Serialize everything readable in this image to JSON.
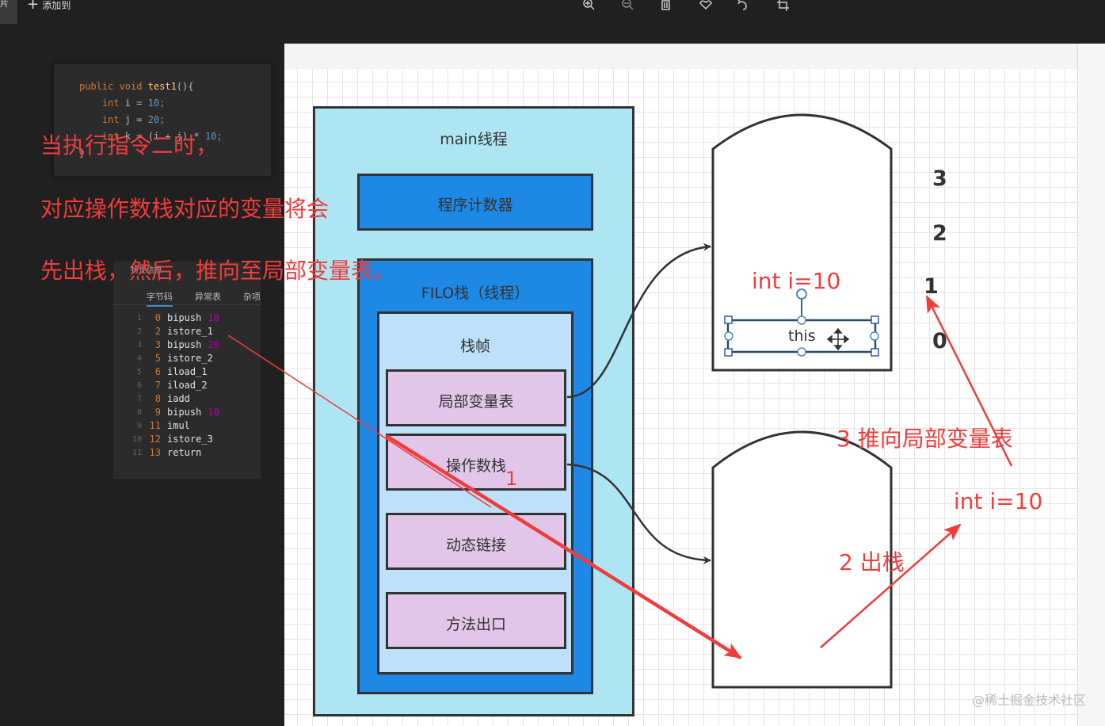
{
  "toolbar": {
    "left_stub_label": "片",
    "add_label": "添加到",
    "icons": [
      "zoom-in-icon",
      "zoom-out-icon",
      "delete-icon",
      "favorite-icon",
      "rotate-icon",
      "crop-icon"
    ]
  },
  "code": {
    "lines": [
      "public void test1(){",
      "    int i = 10;",
      "    int j = 20;",
      "    int k = (i + j) * 10;",
      "}"
    ]
  },
  "bytecode": {
    "tabs": [
      "字节码",
      "异常表",
      "杂项"
    ],
    "header_label": "特性信息",
    "rows": [
      {
        "line": "1",
        "offset": "0",
        "op": "bipush",
        "arg": "10"
      },
      {
        "line": "2",
        "offset": "2",
        "op": "istore_1",
        "arg": ""
      },
      {
        "line": "3",
        "offset": "3",
        "op": "bipush",
        "arg": "20"
      },
      {
        "line": "4",
        "offset": "5",
        "op": "istore_2",
        "arg": ""
      },
      {
        "line": "5",
        "offset": "6",
        "op": "iload_1",
        "arg": ""
      },
      {
        "line": "6",
        "offset": "7",
        "op": "iload_2",
        "arg": ""
      },
      {
        "line": "7",
        "offset": "8",
        "op": "iadd",
        "arg": ""
      },
      {
        "line": "8",
        "offset": "9",
        "op": "bipush",
        "arg": "10"
      },
      {
        "line": "9",
        "offset": "11",
        "op": "imul",
        "arg": ""
      },
      {
        "line": "10",
        "offset": "12",
        "op": "istore_3",
        "arg": ""
      },
      {
        "line": "11",
        "offset": "13",
        "op": "return",
        "arg": ""
      }
    ]
  },
  "annotation": {
    "line1": "当执行指令二时，",
    "line2": "对应操作数栈对应的变量将会",
    "line3": "先出栈，然后，推向至局部变量表。",
    "step1": "1",
    "step2": "2 出栈",
    "step3": "3 推向局部变量表",
    "value_top": "int i=10",
    "value_right": "int i=10"
  },
  "diagram": {
    "main_thread": "main线程",
    "pc": "程序计数器",
    "filo": "FILO栈（线程）",
    "frame": "栈帧",
    "slots": [
      "局部变量表",
      "操作数栈",
      "动态链接",
      "方法出口"
    ],
    "this_label": "this",
    "indices": [
      "3",
      "2",
      "1",
      "0"
    ]
  },
  "watermark": "@稀土掘金技术社区"
}
